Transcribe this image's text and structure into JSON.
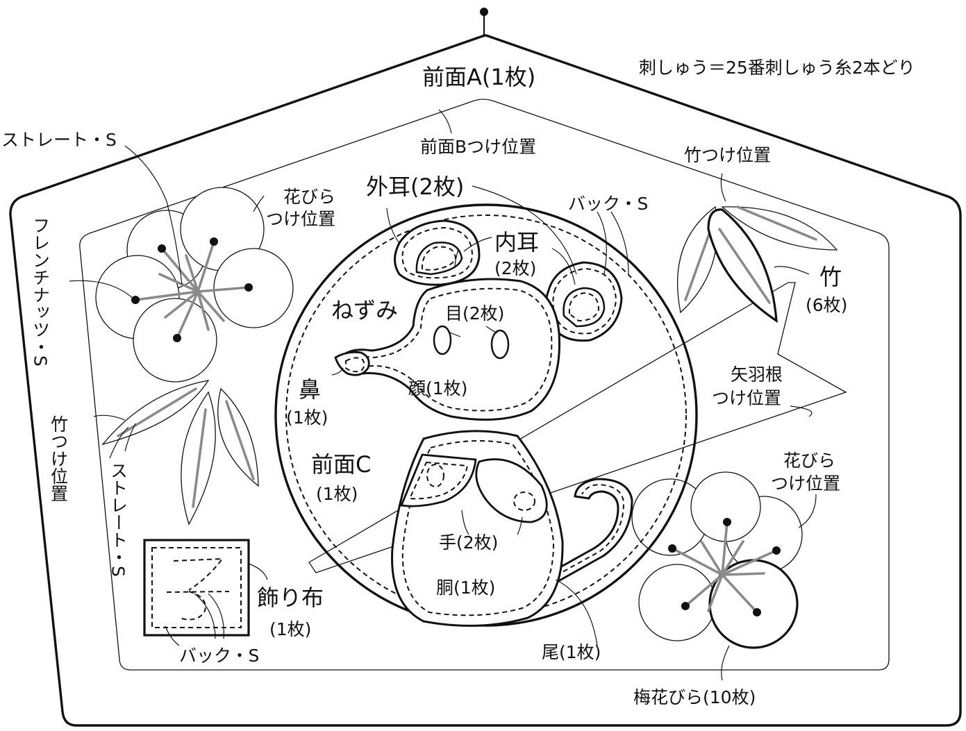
{
  "note": "刺しゅう＝25番刺しゅう糸2本どり",
  "labels": {
    "front_a": "前面A(1枚)",
    "front_b_pos": "前面Bつけ位置",
    "straight_s_1": "ストレート・S",
    "petal_pos_1a": "花びら",
    "petal_pos_1b": "つけ位置",
    "french_knot": "フレンチナッツ・S",
    "outer_ear": "外耳(2枚)",
    "back_s_1": "バック・S",
    "inner_ear_a": "内耳",
    "inner_ear_b": "(2枚)",
    "bamboo_pos_1": "竹つけ位置",
    "bamboo_a": "竹",
    "bamboo_b": "(6枚)",
    "mouse": "ねずみ",
    "eye": "目(2枚)",
    "nose_a": "鼻",
    "nose_b": "(1枚)",
    "face": "顔(1枚)",
    "arrow_pos_a": "矢羽根",
    "arrow_pos_b": "つけ位置",
    "bamboo_pos_2": "竹つけ位置",
    "straight_s_2": "ストレート・S",
    "front_c_a": "前面C",
    "front_c_b": "(1枚)",
    "petal_pos_2a": "花びら",
    "petal_pos_2b": "つけ位置",
    "hand": "手(2枚)",
    "body": "胴(1枚)",
    "deco_a": "飾り布",
    "deco_b": "(1枚)",
    "back_s_2": "バック・S",
    "tail": "尾(1枚)",
    "plum_petal": "梅花びら(10枚)"
  },
  "deco_char": "ろ"
}
